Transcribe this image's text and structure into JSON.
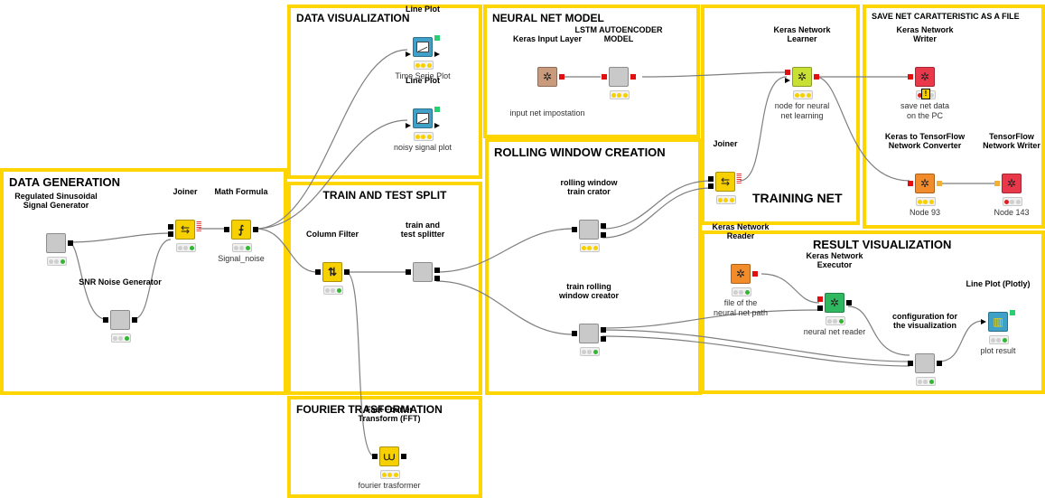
{
  "annotations": [
    {
      "id": "data-generation",
      "title": "DATA GENERATION"
    },
    {
      "id": "data-visualization",
      "title": "DATA VISUALIZATION"
    },
    {
      "id": "neural-net-model",
      "title": "NEURAL NET MODEL"
    },
    {
      "id": "save-net",
      "title": "SAVE NET CARATTERISTIC AS A FILE"
    },
    {
      "id": "train-test-split",
      "title": "TRAIN AND TEST SPLIT"
    },
    {
      "id": "rolling-window",
      "title": "ROLLING WINDOW CREATION"
    },
    {
      "id": "training-net",
      "title": "TRAINING NET"
    },
    {
      "id": "result-visualization",
      "title": "RESULT VISUALIZATION"
    },
    {
      "id": "fourier",
      "title": "FOURIER TRASFORMATION"
    }
  ],
  "nodes": {
    "sig_gen": {
      "name": "Regulated Sinusoidal\nSignal Generator",
      "desc": "",
      "icon": ""
    },
    "snr": {
      "name": "SNR Noise Generator",
      "desc": "",
      "icon": ""
    },
    "joiner1": {
      "name": "Joiner",
      "desc": "",
      "icon": "⇆"
    },
    "math": {
      "name": "Math Formula",
      "desc": "Signal_noise",
      "icon": "⨍"
    },
    "lp1": {
      "name": "Line Plot",
      "desc": "Time Serie Plot",
      "icon": "line-plot-icon"
    },
    "lp2": {
      "name": "Line Plot",
      "desc": "noisy signal plot",
      "icon": "line-plot-icon"
    },
    "keras_input": {
      "name": "Keras Input Layer",
      "desc": "input net impostation",
      "icon": "✲"
    },
    "lstm": {
      "name": "LSTM AUTOENCODER\nMODEL",
      "desc": "",
      "icon": ""
    },
    "learner": {
      "name": "Keras Network\nLearner",
      "desc": "node for neural\nnet learning",
      "icon": "✲"
    },
    "writer": {
      "name": "Keras Network\nWriter",
      "desc": "save net data\non the PC",
      "icon": "✲"
    },
    "converter": {
      "name": "Keras to TensorFlow\nNetwork Converter",
      "desc": "Node 93",
      "icon": "✲"
    },
    "tf_writer": {
      "name": "TensorFlow\nNetwork Writer",
      "desc": "Node 143",
      "icon": "✲"
    },
    "joiner2": {
      "name": "Joiner",
      "desc": "",
      "icon": "⇆"
    },
    "col_filter": {
      "name": "Column Filter",
      "desc": "",
      "icon": "⇅"
    },
    "splitter": {
      "name": "train and\ntest splitter",
      "desc": "",
      "icon": ""
    },
    "rw_train": {
      "name": "rolling window\ntrain crator",
      "desc": "",
      "icon": ""
    },
    "rw_test": {
      "name": "train rolling\nwindow creator",
      "desc": "",
      "icon": ""
    },
    "reader": {
      "name": "Keras Network\nReader",
      "desc": "file of the\nneural net path",
      "icon": "✲"
    },
    "executor": {
      "name": "Keras Network\nExecutor",
      "desc": "neural net reader",
      "icon": "✲"
    },
    "config": {
      "name": "configuration for\nthe visualization",
      "desc": "",
      "icon": ""
    },
    "plotly": {
      "name": "Line Plot (Plotly)",
      "desc": "plot result",
      "icon": "▥"
    },
    "fft": {
      "name": "Fast Fourier\nTransform (FFT)",
      "desc": "fourier trasformer",
      "icon": "⩊"
    }
  },
  "colors": {
    "annotation_border": "#ffd500",
    "manipulator": "#f7d000",
    "component": "#c9c9c9",
    "visualizer": "#3fa1c7",
    "learner": "#c8e034",
    "source": "#c99b7c",
    "reader": "#f28c2b",
    "writer": "#e8384a",
    "predictor": "#30b860",
    "wire": "#7f7f7f"
  }
}
